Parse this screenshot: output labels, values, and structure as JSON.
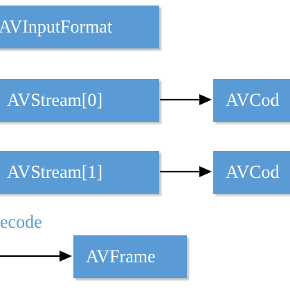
{
  "nodes": {
    "input_format": "AVInputFormat",
    "stream0": "AVStream[0]",
    "codec0": "AVCod",
    "stream1": "AVStream[1]",
    "codec1": "AVCod",
    "frame": "AVFrame"
  },
  "edges": {
    "decode_label": "ecode"
  },
  "colors": {
    "node_fill": "#5b9bd5",
    "node_text": "#ffffff",
    "arrow": "#000000",
    "label_text": "#5b9bd5"
  }
}
